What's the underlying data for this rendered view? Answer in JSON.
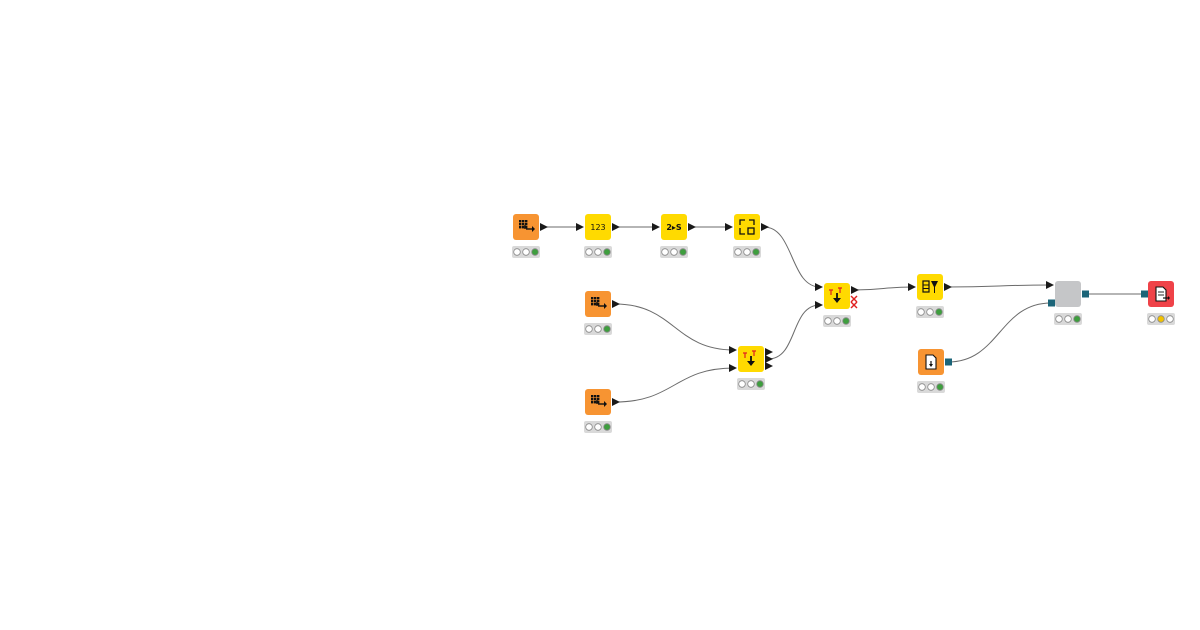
{
  "canvas": {
    "colors": {
      "background": "#ffffff",
      "reader_node": "#F79432",
      "manipulator_node": "#FFDA00",
      "component_node": "#C5C6C8",
      "writer_node": "#EF4248",
      "connection": "#6b6b6b",
      "port": "#1a1a1a",
      "object_port": "#1B6478",
      "status_gray": "#d9d9d9",
      "status_green": "#3E9E3E",
      "status_yellow": "#F2C200",
      "status_red": "#E02020"
    }
  },
  "workflow": {
    "nodes": [
      {
        "id": "n1",
        "kind": "reader",
        "icon": "table-reader-icon",
        "status": "green"
      },
      {
        "id": "n2",
        "kind": "manipulator",
        "icon": "number-to-string-icon",
        "icon_text": "123",
        "status": "green"
      },
      {
        "id": "n3",
        "kind": "manipulator",
        "icon": "string-manipulation-icon",
        "icon_text": "2▸S",
        "status": "green"
      },
      {
        "id": "n4",
        "kind": "manipulator",
        "icon": "column-rename-icon",
        "status": "green"
      },
      {
        "id": "n5",
        "kind": "reader",
        "icon": "table-reader-icon",
        "status": "green"
      },
      {
        "id": "n6",
        "kind": "reader",
        "icon": "table-reader-icon",
        "status": "green"
      },
      {
        "id": "n7",
        "kind": "manipulator",
        "icon": "joiner-icon",
        "status": "green"
      },
      {
        "id": "n8",
        "kind": "manipulator",
        "icon": "joiner-icon",
        "status": "green"
      },
      {
        "id": "n9",
        "kind": "manipulator",
        "icon": "column-filter-icon",
        "status": "green"
      },
      {
        "id": "n10",
        "kind": "reader",
        "icon": "file-reader-icon",
        "status": "green"
      },
      {
        "id": "n11",
        "kind": "component",
        "icon": "component-icon",
        "status": "green"
      },
      {
        "id": "n12",
        "kind": "writer",
        "icon": "report-writer-icon",
        "status": "yellow"
      }
    ],
    "connections": [
      {
        "from": "n1",
        "to": "n2"
      },
      {
        "from": "n2",
        "to": "n3"
      },
      {
        "from": "n3",
        "to": "n4"
      },
      {
        "from": "n4",
        "to": "n8"
      },
      {
        "from": "n5",
        "to": "n7"
      },
      {
        "from": "n6",
        "to": "n7"
      },
      {
        "from": "n7",
        "to": "n8"
      },
      {
        "from": "n8",
        "to": "n9"
      },
      {
        "from": "n9",
        "to": "n11"
      },
      {
        "from": "n10",
        "to": "n11"
      },
      {
        "from": "n11",
        "to": "n12"
      }
    ]
  }
}
